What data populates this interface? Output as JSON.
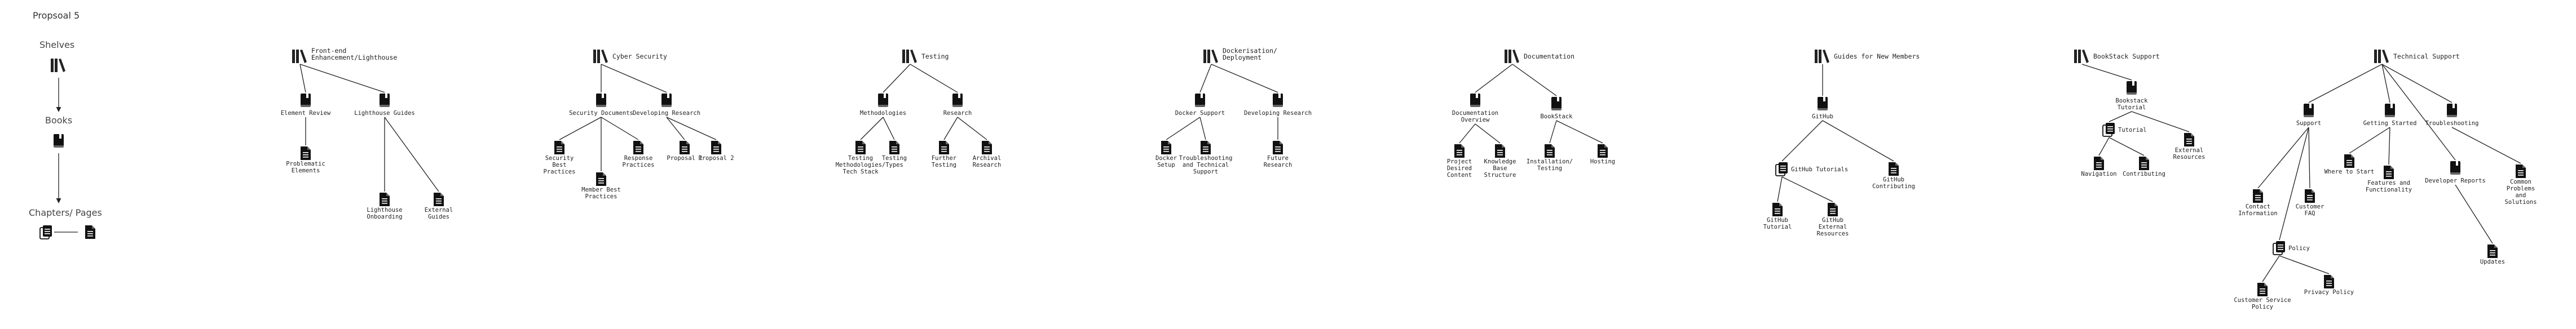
{
  "title": "Propsoal 5",
  "legend": {
    "shelves_label": "Shelves",
    "books_label": "Books",
    "chapters_label": "Chapters/ Pages",
    "icons": {
      "shelf": "shelf-books-icon",
      "book": "book-icon",
      "chapter": "chapter-stack-icon",
      "page": "page-icon"
    }
  },
  "shelves": [
    {
      "title": [
        "Front-end",
        "Enhancement/Lighthouse"
      ],
      "children": [
        {
          "label": [
            "Element Review"
          ],
          "icon": "book",
          "children": [
            {
              "label": [
                "Problematic",
                "Elements"
              ],
              "icon": "page"
            }
          ]
        },
        {
          "label": [
            "Lighthouse Guides"
          ],
          "icon": "book",
          "children": [
            {
              "label": [
                "Lighthouse",
                "Onboarding"
              ],
              "icon": "page"
            },
            {
              "label": [
                "External",
                "Guides"
              ],
              "icon": "page"
            }
          ]
        }
      ]
    },
    {
      "title": [
        "Cyber Security"
      ],
      "children": [
        {
          "label": [
            "Security Documents"
          ],
          "icon": "book",
          "children": [
            {
              "label": [
                "Security",
                "Best",
                "Practices"
              ],
              "icon": "page"
            },
            {
              "label": [
                "Member Best",
                "Practices"
              ],
              "icon": "page"
            },
            {
              "label": [
                "Response",
                "Practices"
              ],
              "icon": "page"
            }
          ]
        },
        {
          "label": [
            "Developing Research"
          ],
          "icon": "book",
          "children": [
            {
              "label": [
                "Proposal 1"
              ],
              "icon": "page"
            },
            {
              "label": [
                "Proposal 2"
              ],
              "icon": "page"
            }
          ]
        }
      ]
    },
    {
      "title": [
        "Testing"
      ],
      "children": [
        {
          "label": [
            "Methodologies"
          ],
          "icon": "book",
          "children": [
            {
              "label": [
                "Testing",
                "Methodologies/",
                "Tech Stack"
              ],
              "icon": "page"
            },
            {
              "label": [
                "Testing",
                "Types"
              ],
              "icon": "page"
            }
          ]
        },
        {
          "label": [
            "Research"
          ],
          "icon": "book",
          "children": [
            {
              "label": [
                "Further",
                "Testing"
              ],
              "icon": "page"
            },
            {
              "label": [
                "Archival",
                "Research"
              ],
              "icon": "page"
            }
          ]
        }
      ]
    },
    {
      "title": [
        "Dockerisation/",
        "Deployment"
      ],
      "children": [
        {
          "label": [
            "Docker Support"
          ],
          "icon": "book",
          "children": [
            {
              "label": [
                "Docker",
                "Setup"
              ],
              "icon": "page"
            },
            {
              "label": [
                "Troubleshooting",
                "and Technical",
                "Support"
              ],
              "icon": "page"
            }
          ]
        },
        {
          "label": [
            "Developing Research"
          ],
          "icon": "book",
          "children": [
            {
              "label": [
                "Future",
                "Research"
              ],
              "icon": "page"
            }
          ]
        }
      ]
    },
    {
      "title": [
        "Documentation"
      ],
      "children": [
        {
          "label": [
            "Documentation",
            "Overview"
          ],
          "icon": "book",
          "children": [
            {
              "label": [
                "Project",
                "Desired",
                "Content"
              ],
              "icon": "page"
            },
            {
              "label": [
                "Knowledge",
                "Base",
                "Structure"
              ],
              "icon": "page"
            }
          ]
        },
        {
          "label": [
            "BookStack"
          ],
          "icon": "book",
          "children": [
            {
              "label": [
                "Installation/",
                "Testing"
              ],
              "icon": "page"
            },
            {
              "label": [
                "Hosting"
              ],
              "icon": "page"
            }
          ]
        }
      ]
    },
    {
      "title": [
        "Guides for New Members"
      ],
      "children": [
        {
          "label": [
            "GitHub"
          ],
          "icon": "book",
          "children": [
            {
              "label": [
                "GitHub Tutorials"
              ],
              "icon": "chapter",
              "children": [
                {
                  "label": [
                    "GitHub",
                    "Tutorial"
                  ],
                  "icon": "page"
                },
                {
                  "label": [
                    "GitHub",
                    "External",
                    "Resources"
                  ],
                  "icon": "page"
                }
              ]
            },
            {
              "label": [
                "GitHub",
                "Contributing"
              ],
              "icon": "page"
            }
          ]
        }
      ]
    },
    {
      "title": [
        "BookStack Support"
      ],
      "children": [
        {
          "label": [
            "Bookstack",
            "Tutorial"
          ],
          "icon": "book",
          "children": [
            {
              "label": [
                "Tutorial"
              ],
              "icon": "chapter",
              "children": [
                {
                  "label": [
                    "Navigation"
                  ],
                  "icon": "page"
                },
                {
                  "label": [
                    "Contributing"
                  ],
                  "icon": "page"
                }
              ]
            },
            {
              "label": [
                "External",
                "Resources"
              ],
              "icon": "page"
            }
          ]
        }
      ]
    },
    {
      "title": [
        "Technical Support"
      ],
      "children": [
        {
          "label": [
            "Support"
          ],
          "icon": "book",
          "children": [
            {
              "label": [
                "Contact",
                "Information"
              ],
              "icon": "page"
            },
            {
              "label": [
                "Customer",
                "FAQ"
              ],
              "icon": "page"
            },
            {
              "label": [
                "Policy"
              ],
              "icon": "chapter",
              "children": [
                {
                  "label": [
                    "Customer Service",
                    "Policy"
                  ],
                  "icon": "page"
                },
                {
                  "label": [
                    "Privacy Policy"
                  ],
                  "icon": "page"
                }
              ]
            }
          ]
        },
        {
          "label": [
            "Getting Started"
          ],
          "icon": "book",
          "children": [
            {
              "label": [
                "Where to Start"
              ],
              "icon": "page"
            },
            {
              "label": [
                "Features and",
                "Functionality"
              ],
              "icon": "page"
            }
          ]
        },
        {
          "label": [
            "Developer Reports"
          ],
          "icon": "book",
          "children": [
            {
              "label": [
                "Updates"
              ],
              "icon": "page"
            }
          ]
        },
        {
          "label": [
            "Troubleshooting"
          ],
          "icon": "book",
          "children": [
            {
              "label": [
                "Common",
                "Problems",
                "and",
                "Solutions"
              ],
              "icon": "page"
            }
          ]
        }
      ]
    }
  ]
}
